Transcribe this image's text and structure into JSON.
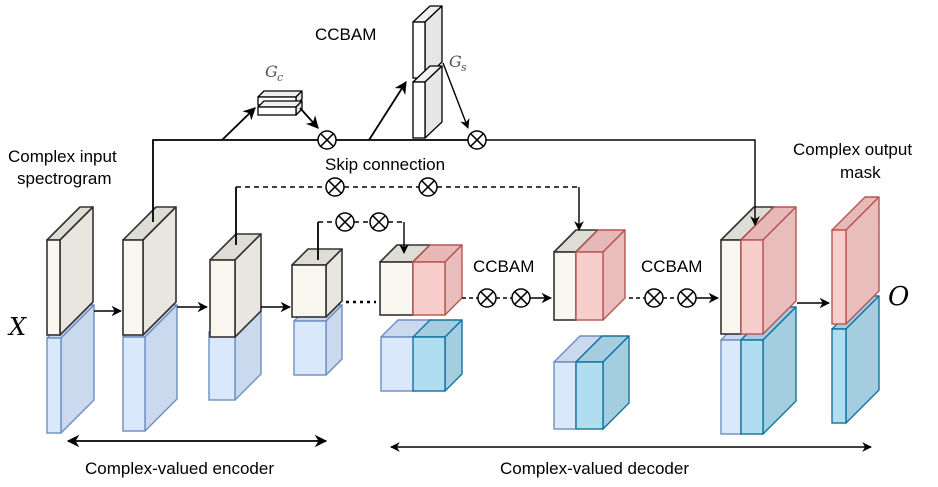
{
  "labels": {
    "input_title_line1": "Complex input",
    "input_title_line2": "spectrogram",
    "output_title_line1": "Complex output",
    "output_title_line2": "mask",
    "ccbam_top": "CCBAM",
    "ccbam_mid1": "CCBAM",
    "ccbam_mid2": "CCBAM",
    "skip_connection": "Skip connection",
    "gc": "G",
    "gc_sub": "c",
    "gs": "G",
    "gs_sub": "s",
    "input_symbol": "X",
    "output_symbol": "O",
    "encoder": "Complex-valued encoder",
    "decoder": "Complex-valued decoder",
    "ellipsis": "···"
  },
  "colors": {
    "real_front": "#f8f6ee",
    "real_side": "#e8e6de",
    "real_top": "#deddd5",
    "imag_front": "#dae8fc",
    "imag_side": "#cbd9ee",
    "imag_stroke": "#6c8ebf",
    "red_front": "#f8cecc",
    "red_side": "#e8bdbc",
    "red_stroke": "#b85450",
    "teal_front": "#b1ddf0",
    "teal_side": "#a4cde0",
    "teal_stroke": "#10739e"
  }
}
